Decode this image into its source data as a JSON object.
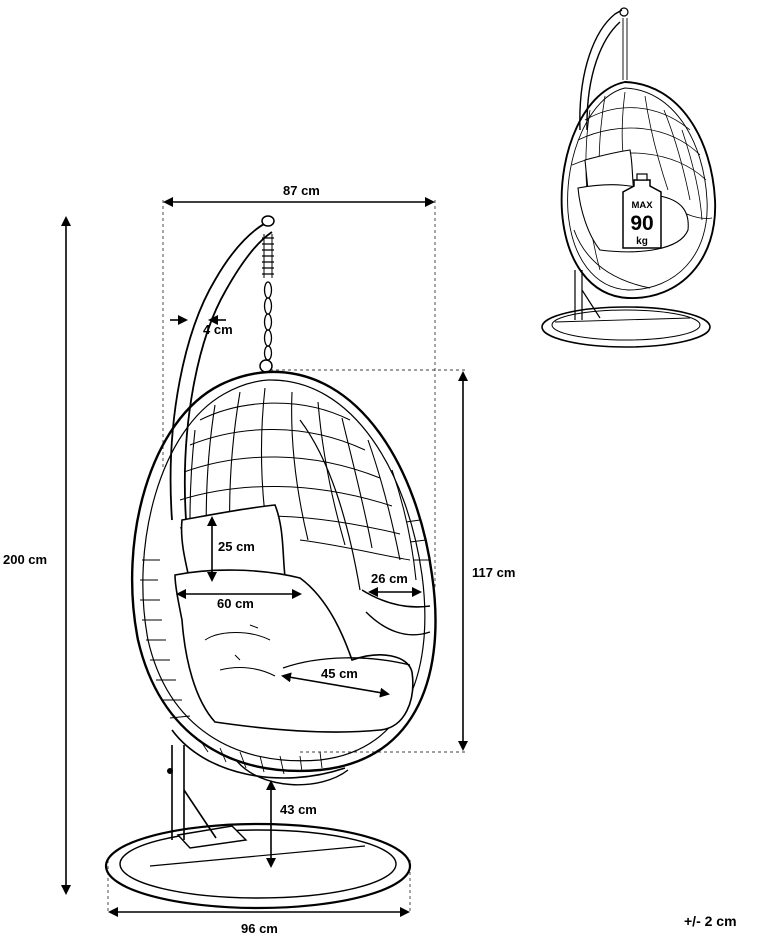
{
  "dimensions": {
    "width": "87 cm",
    "height_total": "200 cm",
    "frame_thickness": "4 cm",
    "basket_height": "117 cm",
    "back_cushion_height": "25 cm",
    "seat_width": "60 cm",
    "side_opening": "26 cm",
    "seat_depth": "45 cm",
    "ground_clearance": "43 cm",
    "base_diameter": "96 cm"
  },
  "tolerance": "+/- 2 cm",
  "badge": {
    "max": "MAX",
    "value": "90",
    "unit": "kg"
  }
}
